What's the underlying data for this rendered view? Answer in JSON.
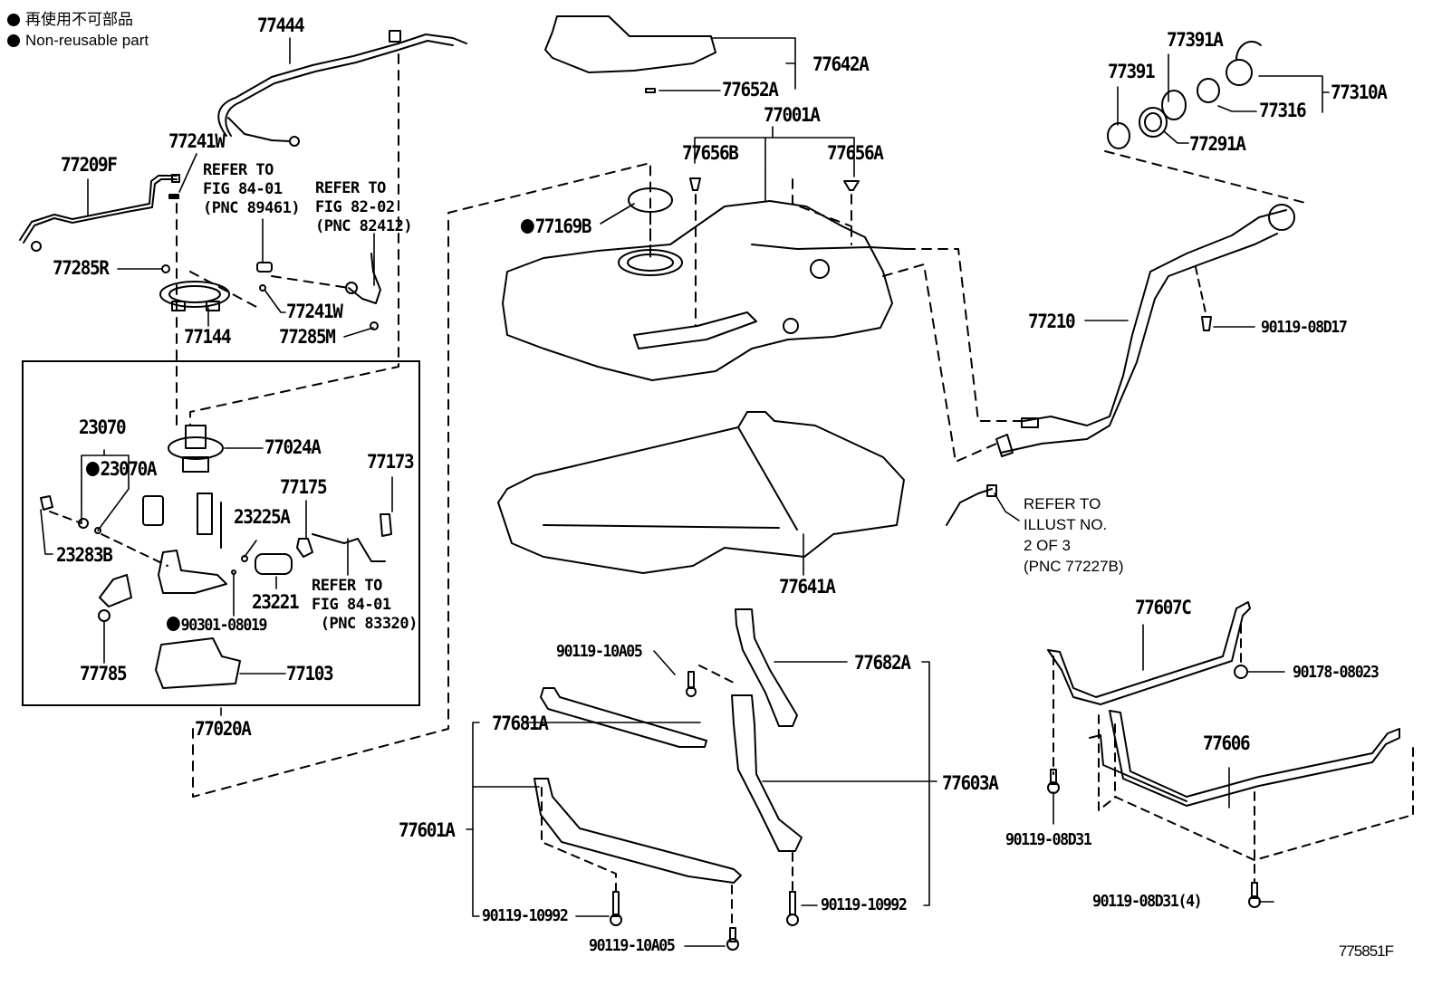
{
  "legend": {
    "marker": "filled-circle",
    "line_jp": "再使用不可部品",
    "line_en": "Non-reusable part"
  },
  "figure_number": "775851F",
  "parts": {
    "p77444": "77444",
    "p77241W_top": "77241W",
    "p77209F": "77209F",
    "p77285R": "77285R",
    "p77144": "77144",
    "p77241W_bot": "77241W",
    "p77285M": "77285M",
    "p23070": "23070",
    "p23070A": "23070A",
    "p77024A": "77024A",
    "p77173": "77173",
    "p77175": "77175",
    "p23225A": "23225A",
    "p23283B": "23283B",
    "p23221": "23221",
    "p90301_08019": "90301-08019",
    "p77785": "77785",
    "p77103": "77103",
    "p77020A": "77020A",
    "p77642A": "77642A",
    "p77652A": "77652A",
    "p77001A": "77001A",
    "p77656B": "77656B",
    "p77656A": "77656A",
    "p77169B": "77169B",
    "p77641A": "77641A",
    "p77391A": "77391A",
    "p77391": "77391",
    "p77310A": "77310A",
    "p77316": "77316",
    "p77291A": "77291A",
    "p77210": "77210",
    "p90119_08D17": "90119-08D17",
    "p77607C": "77607C",
    "p90178_08023": "90178-08023",
    "p77606": "77606",
    "p90119_08D31": "90119-08D31",
    "p90119_08D31_4": "90119-08D31(4)",
    "p90119_10A05_top": "90119-10A05",
    "p77682A": "77682A",
    "p77681A": "77681A",
    "p77603A": "77603A",
    "p77601A": "77601A",
    "p90119_10992_left": "90119-10992",
    "p90119_10992_right": "90119-10992",
    "p90119_10A05_bot": "90119-10A05"
  },
  "non_reusable": [
    "23070A",
    "90301-08019",
    "77169B"
  ],
  "references": {
    "ref_89461": "REFER TO\nFIG 84-01\n(PNC 89461)",
    "ref_82412": "REFER TO\nFIG 82-02\n(PNC 82412)",
    "ref_83320": "REFER TO\nFIG 84-01\n (PNC 83320)",
    "ref_77227B": "REFER TO\nILLUST NO.\n2 OF 3\n(PNC 77227B)"
  }
}
